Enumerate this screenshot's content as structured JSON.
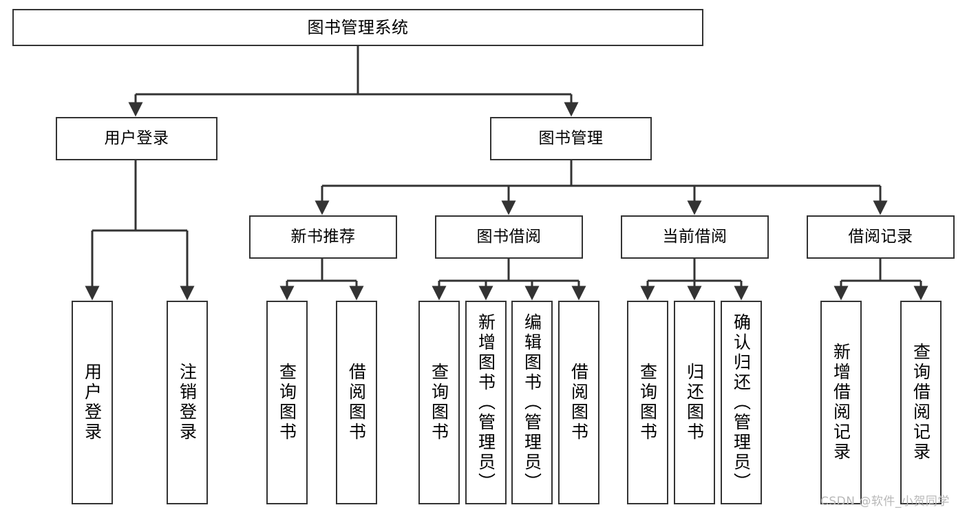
{
  "diagram": {
    "title": "图书管理系统",
    "type": "tree-hierarchy",
    "stroke_color": "#333333",
    "background_color": "#ffffff",
    "text_color": "#000000"
  },
  "nodes": {
    "root": {
      "label": "图书管理系统"
    },
    "level2": [
      {
        "id": "user-login",
        "label": "用户登录"
      },
      {
        "id": "book-management",
        "label": "图书管理"
      }
    ],
    "level3": [
      {
        "id": "new-book-recommend",
        "label": "新书推荐"
      },
      {
        "id": "book-borrow",
        "label": "图书借阅"
      },
      {
        "id": "current-borrow",
        "label": "当前借阅"
      },
      {
        "id": "borrow-record",
        "label": "借阅记录"
      }
    ],
    "leaves": {
      "user_login": [
        {
          "id": "leaf-user-login",
          "label": "用户登录"
        },
        {
          "id": "leaf-logout-login",
          "label": "注销登录"
        }
      ],
      "new_book_recommend": [
        {
          "id": "leaf-query-book-1",
          "label": "查询图书"
        },
        {
          "id": "leaf-borrow-book-1",
          "label": "借阅图书"
        }
      ],
      "book_borrow": [
        {
          "id": "leaf-query-book-2",
          "label": "查询图书"
        },
        {
          "id": "leaf-add-book-admin",
          "label": "新增图书（管理员）"
        },
        {
          "id": "leaf-edit-book-admin",
          "label": "编辑图书（管理员）"
        },
        {
          "id": "leaf-borrow-book-2",
          "label": "借阅图书"
        }
      ],
      "current_borrow": [
        {
          "id": "leaf-query-book-3",
          "label": "查询图书"
        },
        {
          "id": "leaf-return-book",
          "label": "归还图书"
        },
        {
          "id": "leaf-confirm-return-admin",
          "label": "确认归还（管理员）"
        }
      ],
      "borrow_record": [
        {
          "id": "leaf-add-borrow-record",
          "label": "新增借阅记录"
        },
        {
          "id": "leaf-query-borrow-record",
          "label": "查询借阅记录"
        }
      ]
    }
  },
  "watermark": {
    "text": "CSDN @软件_小贺同学"
  }
}
